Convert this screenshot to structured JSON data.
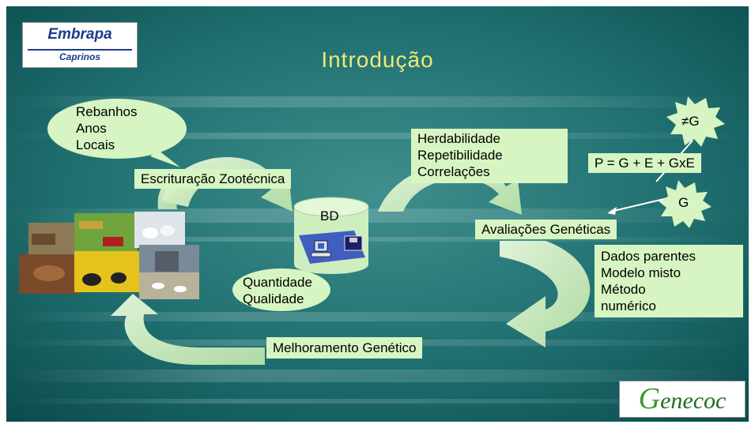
{
  "slide": {
    "title": "Introdução",
    "logos": {
      "embrapa": {
        "name": "Embrapa",
        "subtitle": "Caprinos"
      },
      "genecoc": {
        "initial": "G",
        "rest": "enecoc"
      }
    },
    "labels": {
      "sources": [
        "Rebanhos",
        "Anos",
        "Locais"
      ],
      "recording": "Escrituração Zootécnica",
      "database": "BD",
      "db_attributes": [
        "Quantidade",
        "Qualidade"
      ],
      "parameters": [
        "Herdabilidade",
        "Repetibilidade",
        "Correlações"
      ],
      "equation": "P = G + E + GxE",
      "burst_top": "≠G",
      "burst_bottom": "G",
      "evaluations": "Avaliações Genéticas",
      "methods": [
        "Dados parentes",
        "Modelo misto",
        "Método",
        "numérico"
      ],
      "improvement": "Melhoramento Genético"
    },
    "icons": [
      "database-cylinder-icon",
      "computer-icon",
      "disk-icon",
      "farm-photo-collage"
    ],
    "colors": {
      "background": "#0f5f60",
      "box_fill": "#d6f5c2",
      "arrow_fill": "#cfeec0",
      "title": "#f0e878",
      "burst_fill": "#d6f5c2",
      "logo_blue": "#1a3c8c",
      "logo_green": "#1d6e1d"
    }
  }
}
